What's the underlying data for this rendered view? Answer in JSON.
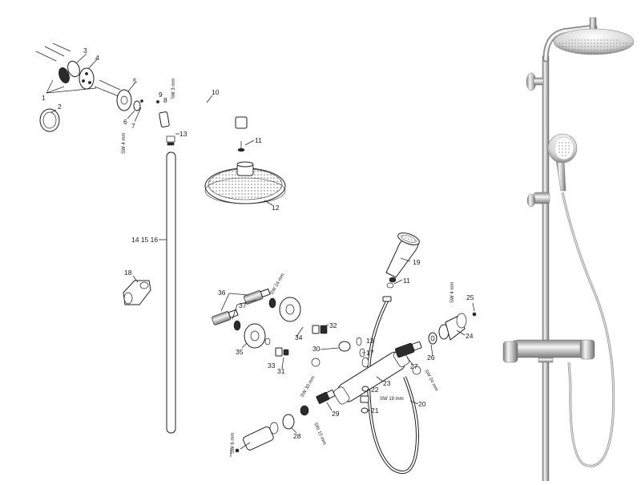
{
  "callouts": {
    "c1": "1",
    "c2": "2",
    "c3": "3",
    "c4": "4",
    "c5": "5",
    "c6": "6",
    "c7": "7",
    "c8": "8",
    "c9": "9",
    "c10": "10",
    "c11a": "11",
    "c11b": "11",
    "c12": "12",
    "c13a": "13",
    "c13b": "13",
    "c14": "14 15 16",
    "c17": "17",
    "c18": "18",
    "c19": "19",
    "c20": "20",
    "c21": "21",
    "c22": "22",
    "c23": "23",
    "c24": "24",
    "c25": "25",
    "c26": "26",
    "c27": "27",
    "c28": "28",
    "c29": "29",
    "c30": "30",
    "c31": "31",
    "c32": "32",
    "c33": "33",
    "c34": "34",
    "c35": "35",
    "c36": "36",
    "c37": "37"
  },
  "tools": {
    "sw4a": "SW 4 mm",
    "sw3": "SW 3 mm",
    "sw4b": "SW 4 mm",
    "sw24a": "SW 24 mm",
    "sw30": "SW 30 mm",
    "sw19": "SW 19 mm",
    "sw24b": "SW 24 mm",
    "sw10": "SW 10 mm",
    "sw6": "SW 6 mm"
  },
  "colors": {
    "line": "#1f1f1f",
    "chrome_light": "#f4f4f4",
    "chrome_mid": "#c9c9c9",
    "chrome_dark": "#7d7d7d"
  }
}
